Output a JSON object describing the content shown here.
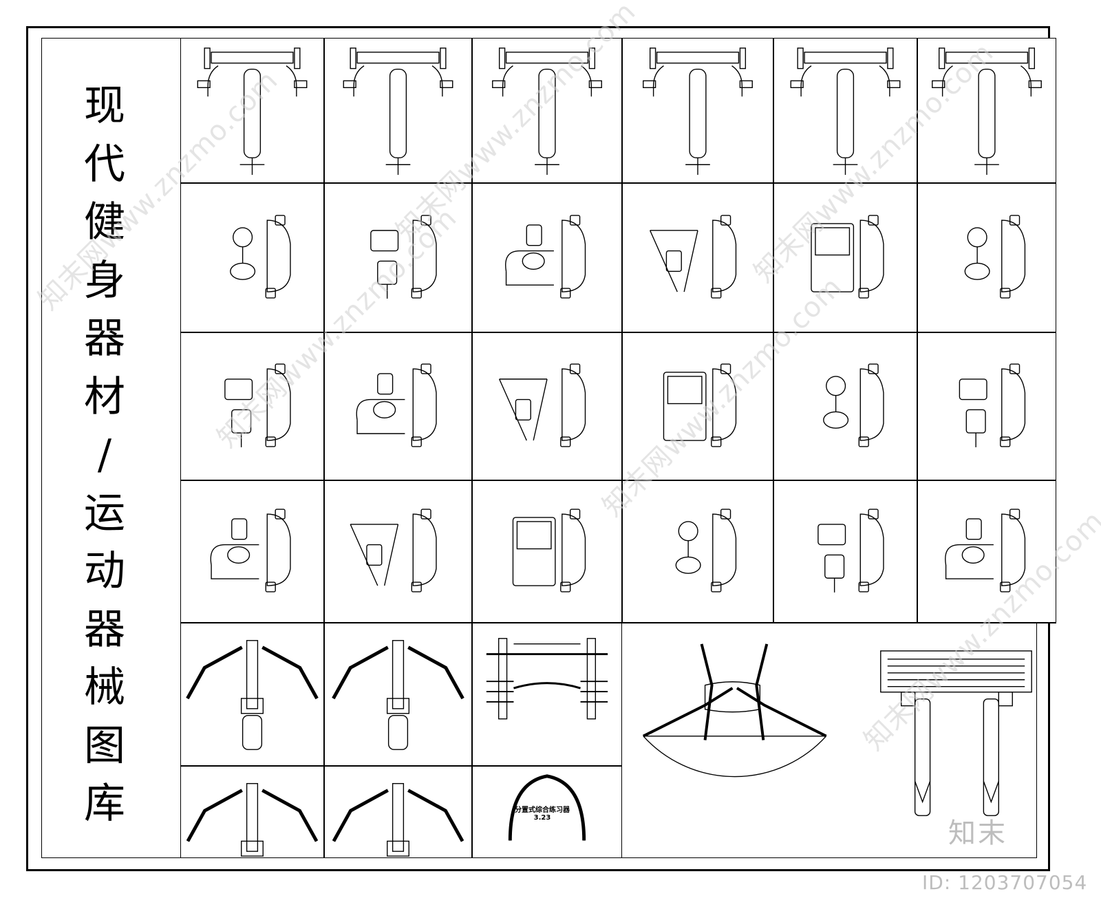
{
  "title_chars": [
    "现",
    "代",
    "健",
    "身",
    "器",
    "材",
    "/",
    "运",
    "动",
    "器",
    "械",
    "图",
    "库"
  ],
  "equipment_label": "分置式综合练习器",
  "equipment_code": "3.23",
  "watermark_site": "知末网www.znzmo.com",
  "watermark_logo": "知末",
  "watermark_id": "ID: 1203707054"
}
